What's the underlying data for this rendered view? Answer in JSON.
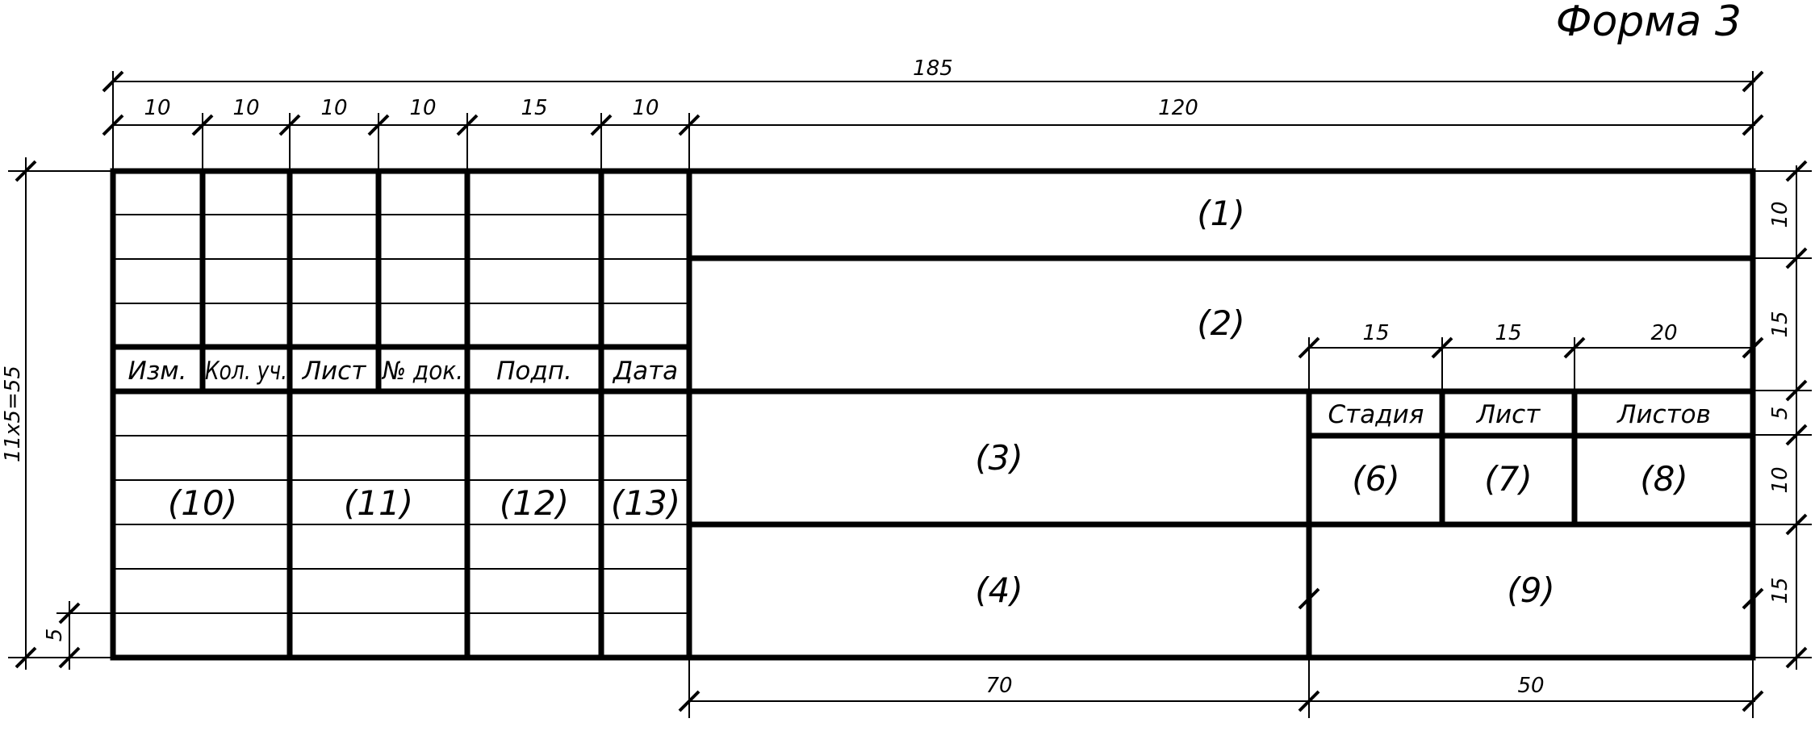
{
  "form_title": "Форма 3",
  "dimensions": {
    "total_width": "185",
    "col_a": "10",
    "col_b": "10",
    "col_c": "10",
    "col_d": "10",
    "col_e": "15",
    "col_f": "10",
    "right_width": "120",
    "total_height": "11x5=55",
    "row_unit": "5",
    "right_10_top": "10",
    "right_15": "15",
    "right_5": "5",
    "right_10_mid": "10",
    "right_15_bottom": "15",
    "stage_w": "15",
    "sheet_w": "15",
    "sheets_w": "20",
    "bottom_left": "70",
    "bottom_right": "50"
  },
  "headers": {
    "izm": "Изм.",
    "kol": "Кол. уч.",
    "list": "Лист",
    "ndok": "№ док.",
    "podp": "Подп.",
    "data": "Дата",
    "stadia": "Стадия",
    "list2": "Лист",
    "listov": "Листов"
  },
  "cells": {
    "c1": "(1)",
    "c2": "(2)",
    "c3": "(3)",
    "c4": "(4)",
    "c6": "(6)",
    "c7": "(7)",
    "c8": "(8)",
    "c9": "(9)",
    "c10": "(10)",
    "c11": "(11)",
    "c12": "(12)",
    "c13": "(13)"
  }
}
